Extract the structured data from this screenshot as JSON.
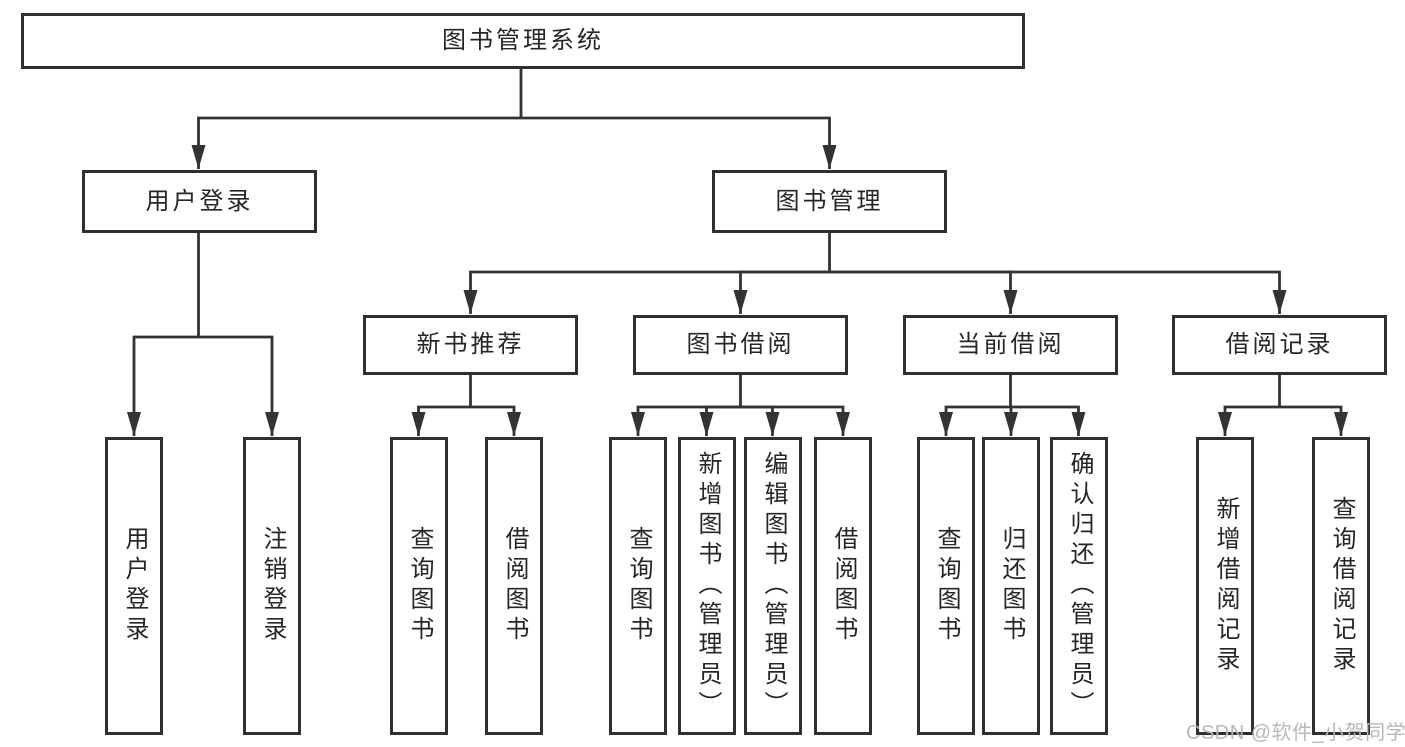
{
  "diagram": {
    "type": "hierarchy-tree",
    "title": "图书管理系统",
    "colors": {
      "background": "#ffffff",
      "line": "#333333",
      "box_border": "#2f2f2f",
      "text": "#262626",
      "watermark": "#b8b8b8"
    }
  },
  "nodes": {
    "root": {
      "label": "图书管理系统"
    },
    "user_login": {
      "label": "用户登录"
    },
    "book_management": {
      "label": "图书管理"
    },
    "new_book_recommend": {
      "label": "新书推荐"
    },
    "book_borrow": {
      "label": "图书借阅"
    },
    "current_borrow": {
      "label": "当前借阅"
    },
    "borrow_records": {
      "label": "借阅记录"
    },
    "leaf_user_login": {
      "label": "用户登录"
    },
    "leaf_logout": {
      "label": "注销登录"
    },
    "leaf_query_book_a": {
      "label": "查询图书"
    },
    "leaf_borrow_book_a": {
      "label": "借阅图书"
    },
    "leaf_query_book_b": {
      "label": "查询图书"
    },
    "leaf_add_book": {
      "label": "新增图书（管理员）"
    },
    "leaf_edit_book": {
      "label": "编辑图书（管理员）"
    },
    "leaf_borrow_book_b": {
      "label": "借阅图书"
    },
    "leaf_query_book_c": {
      "label": "查询图书"
    },
    "leaf_return_book": {
      "label": "归还图书"
    },
    "leaf_confirm_return": {
      "label": "确认归还（管理员）"
    },
    "leaf_add_record": {
      "label": "新增借阅记录"
    },
    "leaf_query_record": {
      "label": "查询借阅记录"
    }
  },
  "hierarchy": {
    "root": [
      "user_login",
      "book_management"
    ],
    "user_login": [
      "leaf_user_login",
      "leaf_logout"
    ],
    "book_management": [
      "new_book_recommend",
      "book_borrow",
      "current_borrow",
      "borrow_records"
    ],
    "new_book_recommend": [
      "leaf_query_book_a",
      "leaf_borrow_book_a"
    ],
    "book_borrow": [
      "leaf_query_book_b",
      "leaf_add_book",
      "leaf_edit_book",
      "leaf_borrow_book_b"
    ],
    "current_borrow": [
      "leaf_query_book_c",
      "leaf_return_book",
      "leaf_confirm_return"
    ],
    "borrow_records": [
      "leaf_add_record",
      "leaf_query_record"
    ]
  },
  "watermark": {
    "text": "CSDN @软件_小贺同学"
  }
}
